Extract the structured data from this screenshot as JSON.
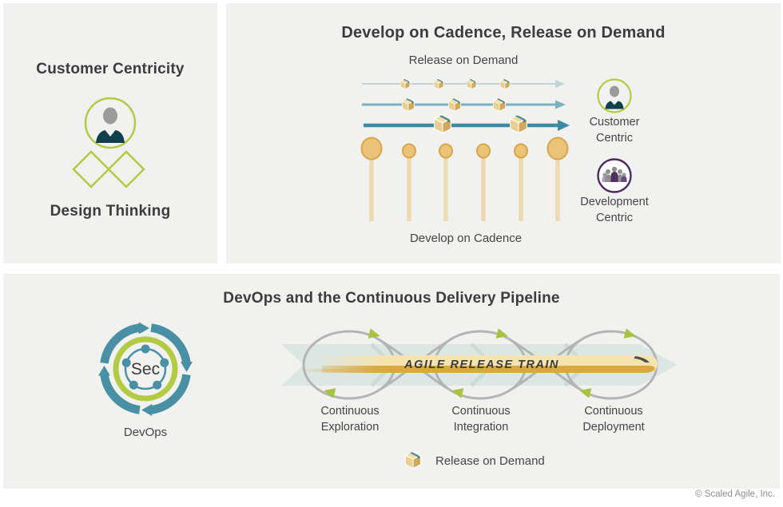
{
  "colors": {
    "panel_bg": "#f1f1f0",
    "lime_green": "#b2cb43",
    "teal_dark": "#3e8aa5",
    "teal_mid": "#7fb0c1",
    "teal_pale": "#c2d4da",
    "suit_navy": "#11404d",
    "purple_ring": "#4b2c5e",
    "gold": "#d9a940",
    "gold_circle": "#eac379",
    "stick_tan": "#ecdbb0",
    "band_blue": "#dce7e3",
    "loop_gray": "#b4b4b4",
    "arrow_green": "#a6c43f",
    "train_cream": "#f5e3b0",
    "text_dark": "#3c3c3c"
  },
  "icons": {
    "person": "person-in-circle-icon",
    "double_diamond": "double-diamond-icon",
    "package": "package-box-icon",
    "customer_centric": "person-in-circle-icon",
    "development_centric": "people-group-in-circle-icon",
    "devops_loop": "devops-circular-arrows-icon",
    "pipeline": "infinity-loops-release-train"
  },
  "left_panel": {
    "title": "Customer Centricity",
    "subtitle": "Design Thinking"
  },
  "cadence_panel": {
    "title": "Develop on Cadence, Release on Demand",
    "top_label": "Release on Demand",
    "bottom_label": "Develop on Cadence",
    "customer_centric": {
      "line1": "Customer",
      "line2": "Centric"
    },
    "development_centric": {
      "line1": "Development",
      "line2": "Centric"
    }
  },
  "devops_panel": {
    "title": "DevOps and the Continuous Delivery Pipeline",
    "devops_label": "DevOps",
    "sec_label": "Sec",
    "train_label": "AGILE RELEASE TRAIN",
    "stages": [
      {
        "line1": "Continuous",
        "line2": "Exploration"
      },
      {
        "line1": "Continuous",
        "line2": "Integration"
      },
      {
        "line1": "Continuous",
        "line2": "Deployment"
      }
    ],
    "legend_label": "Release on Demand"
  },
  "footer": {
    "copyright": "© Scaled Agile, Inc."
  }
}
